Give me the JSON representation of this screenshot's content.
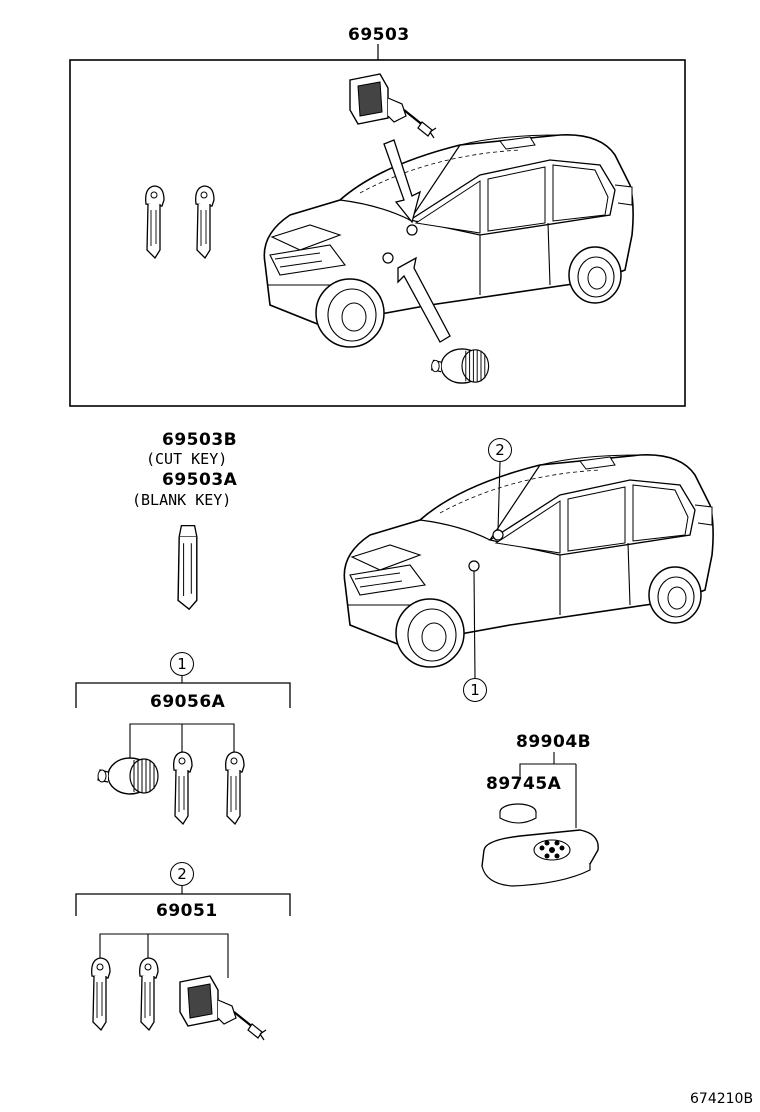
{
  "labels": {
    "assembly": "69503",
    "cut_key": "69503B",
    "cut_key_note": "(CUT KEY)",
    "blank_key": "69503A",
    "blank_key_note": "(BLANK KEY)",
    "cylinder_set": "69056A",
    "lock_set": "69051",
    "transmitter": "89904B",
    "battery": "89745A"
  },
  "callouts": {
    "one": "1",
    "two": "2"
  },
  "figure_code": "674210B"
}
